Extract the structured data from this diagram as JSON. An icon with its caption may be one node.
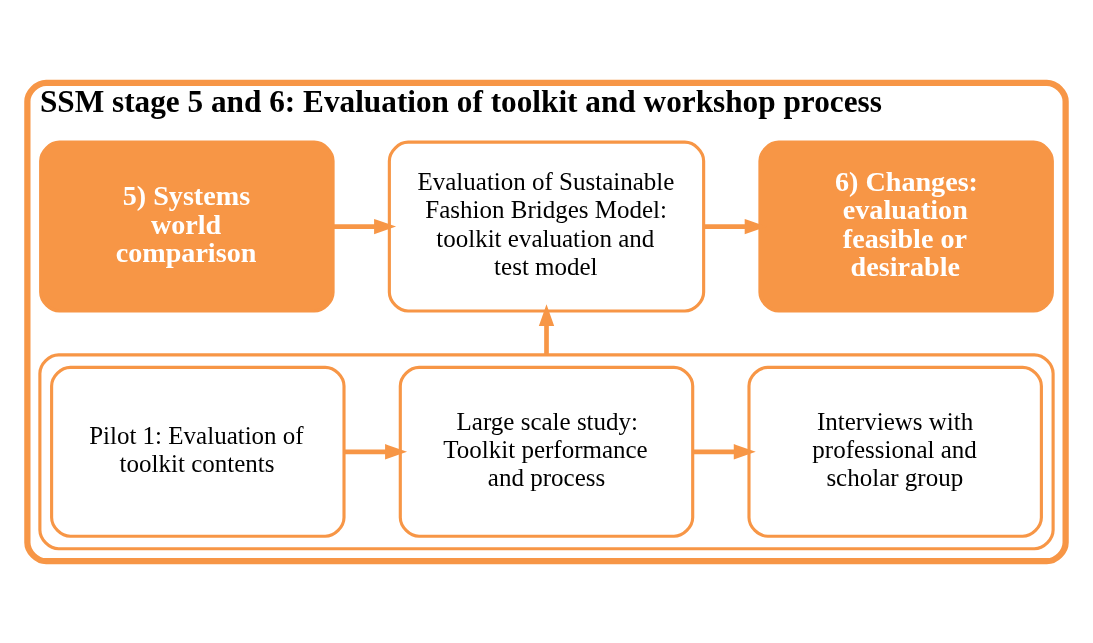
{
  "diagram": {
    "nodes": [
      {
        "text": [
          "SSM stage 5 and 6: Evaluation of toolkit and workshop process"
        ]
      },
      {
        "text": [
          "5) Systems world comparison"
        ],
        "in": 0
      },
      {
        "text": [
          "Evaluation of Sustainable Fashion Bridges Model: toolkit evaluation and test model"
        ],
        "in": 0
      },
      {
        "text": [
          "6) Changes: evaluation feasible or desirable"
        ],
        "in": 0
      },
      {
        "text": [],
        "shape": "box",
        "in": 0
      },
      {
        "text": [
          "Pilot 1: Evaluation of toolkit contents"
        ],
        "in": 4
      },
      {
        "text": [
          "Large scale study: Toolkit performance and process"
        ],
        "in": 4
      },
      {
        "text": [
          "Interviews with professional and scholar group"
        ],
        "in": 4
      }
    ],
    "edges": [
      {
        "from": 1,
        "to": 2,
        "arrow": "to"
      },
      {
        "from": 2,
        "to": 3,
        "arrow": "to"
      },
      {
        "from": 4,
        "to": 2,
        "arrow": "to"
      },
      {
        "from": 5,
        "to": 6,
        "arrow": "to"
      },
      {
        "from": 6,
        "to": 7,
        "arrow": "to"
      }
    ]
  }
}
